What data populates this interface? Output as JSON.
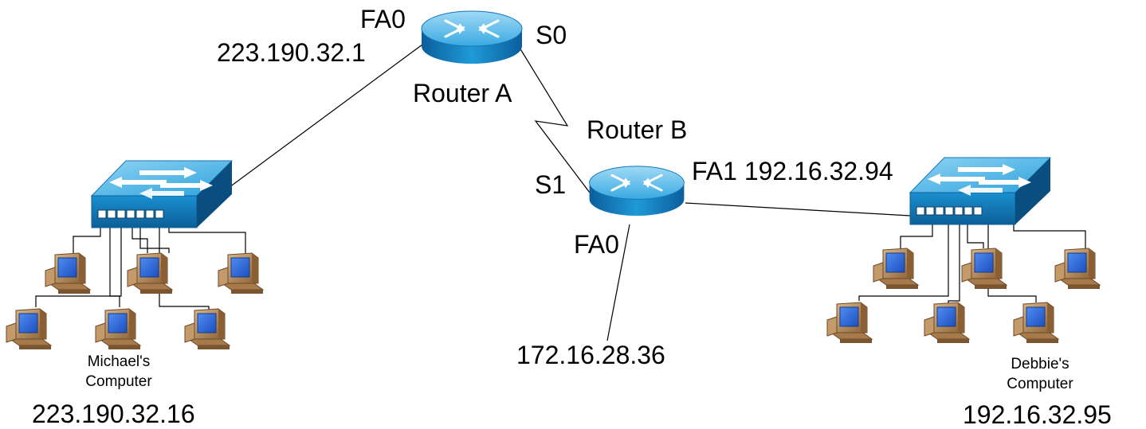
{
  "router_a": {
    "name": "Router A",
    "fa0_label": "FA0",
    "fa0_ip": "223.190.32.1",
    "s0_label": "S0"
  },
  "router_b": {
    "name": "Router B",
    "s1_label": "S1",
    "fa1_label": "FA1 192.16.32.94",
    "fa0_label": "FA0",
    "fa0_ip": "172.16.28.36"
  },
  "left_lan": {
    "host_name_line1": "Michael's",
    "host_name_line2": "Computer",
    "host_ip": "223.190.32.16",
    "pc_count": 6
  },
  "right_lan": {
    "host_name_line1": "Debbie's",
    "host_name_line2": "Computer",
    "host_ip": "192.16.32.95",
    "pc_count": 6
  },
  "colors": {
    "router_body": "#1f9ad6",
    "switch_body": "#1ea0d8",
    "pc_case": "#b8895c",
    "pc_screen": "#2a63d8",
    "link": "#000000"
  }
}
